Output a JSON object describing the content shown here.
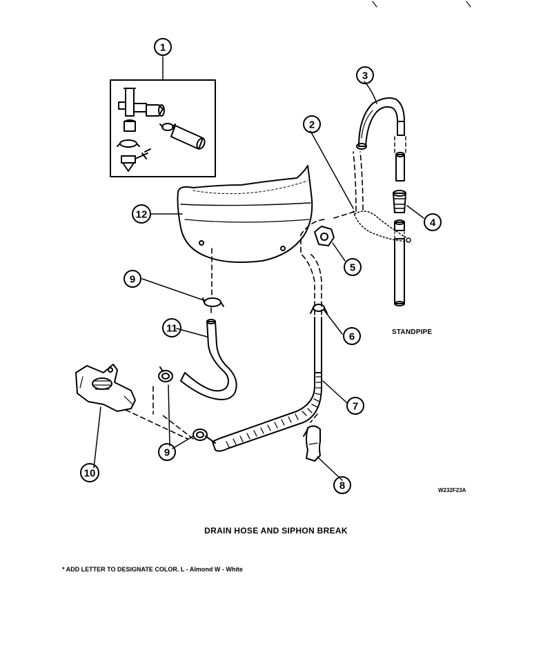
{
  "title": "DRAIN HOSE AND SIPHON BREAK",
  "note": "* ADD LETTER TO DESIGNATE COLOR. L - Almond  W - White",
  "drawing_code": "W232F23A",
  "standpipe_label": "STANDPIPE",
  "callouts": {
    "c1": "1",
    "c2": "2",
    "c3": "3",
    "c4": "4",
    "c5": "5",
    "c6": "6",
    "c7": "7",
    "c8": "8",
    "c9a": "9",
    "c9b": "9",
    "c10": "10",
    "c11": "11",
    "c12": "12"
  },
  "colors": {
    "ink": "#000000",
    "paper": "#ffffff"
  }
}
